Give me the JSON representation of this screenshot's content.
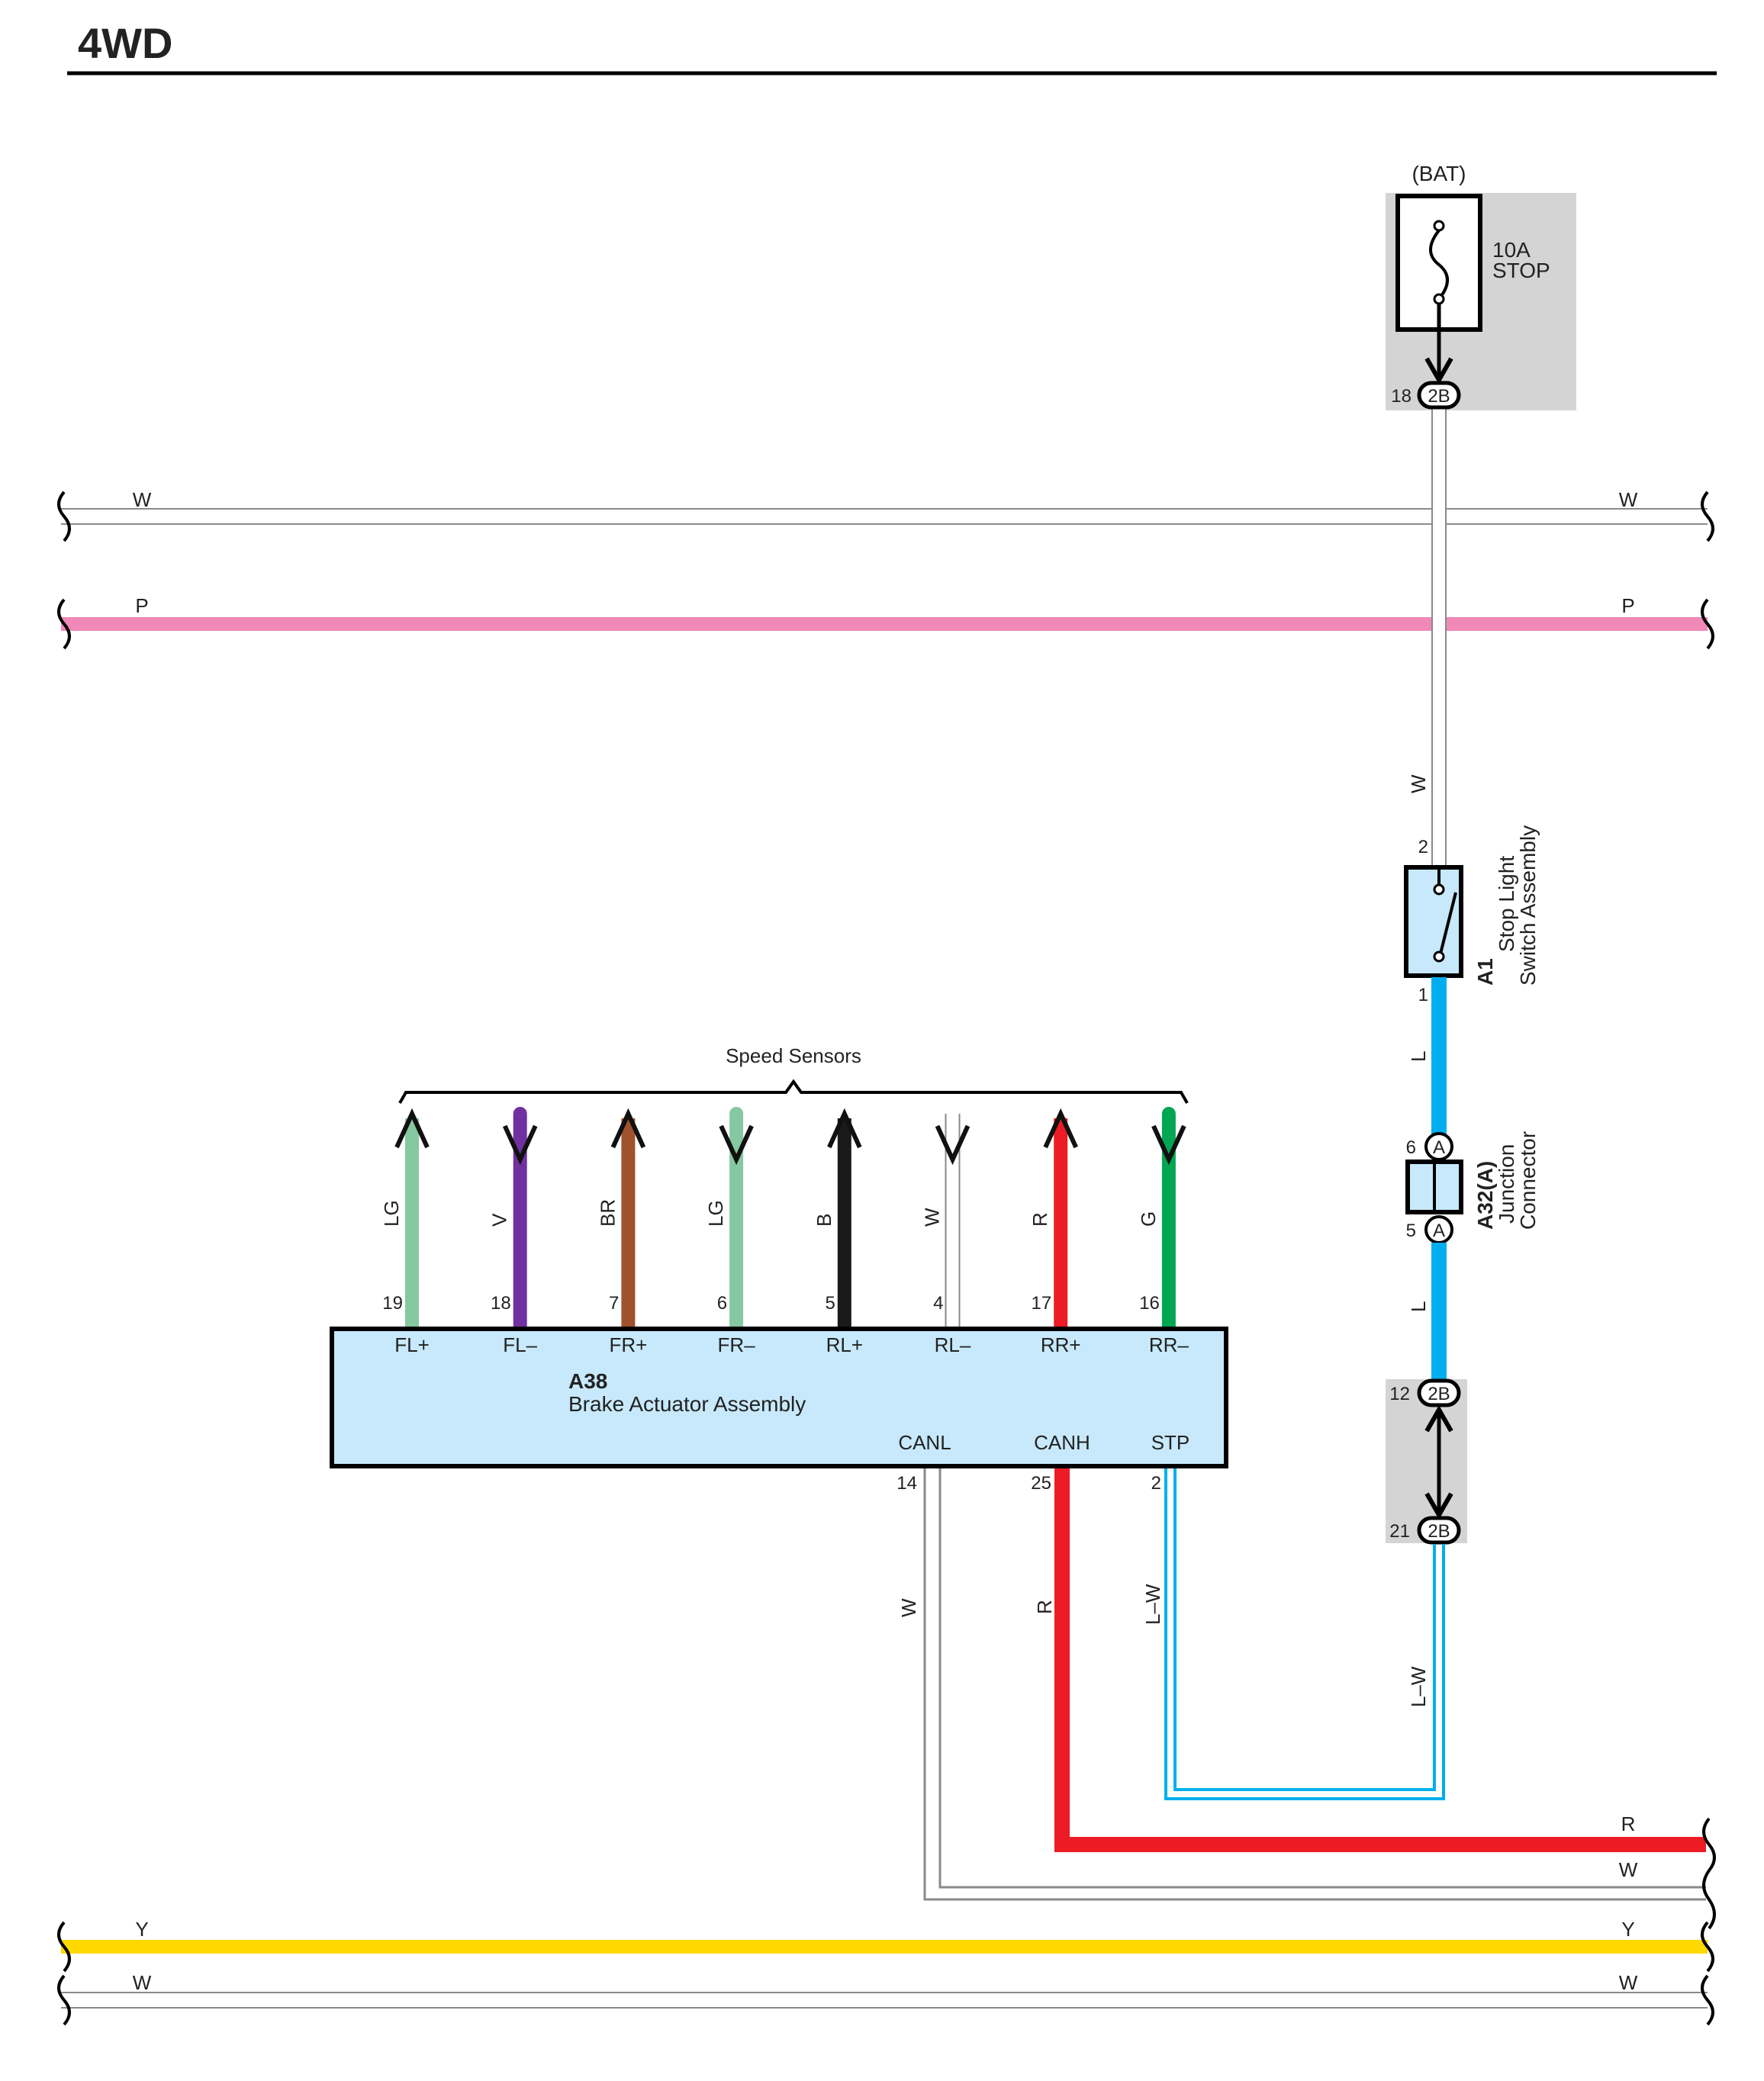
{
  "title": "4WD",
  "bus_lines": {
    "w_top": "W",
    "p": "P",
    "y": "Y",
    "w_bottom": "W",
    "r_out": "R",
    "w_out": "W"
  },
  "fuse": {
    "source": "(BAT)",
    "rating": "10A",
    "name": "STOP",
    "top_pin": "18",
    "top_connector": "2B"
  },
  "stop_light_switch": {
    "code": "A1",
    "name_line1": "Stop Light",
    "name_line2": "Switch Assembly",
    "pin_in": "2",
    "pin_out": "1",
    "wire_in": "W",
    "wire_out": "L"
  },
  "junction_connector": {
    "code": "A32(A)",
    "name_line1": "Junction",
    "name_line2": "Connector",
    "pin_top": "6",
    "pin_bottom": "5",
    "mark": "A",
    "wire_out": "L"
  },
  "inline_connector": {
    "pin_top": "12",
    "pin_bottom": "21",
    "connector": "2B",
    "wire_out": "L–W"
  },
  "speed_sensors_label": "Speed Sensors",
  "brake_actuator": {
    "code": "A38",
    "name": "Brake Actuator Assembly",
    "terminals": [
      {
        "pin": "19",
        "name": "FL+",
        "wire": "LG",
        "dir": "up",
        "color": "#86c8a0"
      },
      {
        "pin": "18",
        "name": "FL–",
        "wire": "V",
        "dir": "down",
        "color": "#7030a0"
      },
      {
        "pin": "7",
        "name": "FR+",
        "wire": "BR",
        "dir": "up",
        "color": "#a0522d"
      },
      {
        "pin": "6",
        "name": "FR–",
        "wire": "LG",
        "dir": "down",
        "color": "#86c8a0"
      },
      {
        "pin": "5",
        "name": "RL+",
        "wire": "B",
        "dir": "up",
        "color": "#1a1a1a"
      },
      {
        "pin": "4",
        "name": "RL–",
        "wire": "W",
        "dir": "down",
        "color": "#ffffff"
      },
      {
        "pin": "17",
        "name": "RR+",
        "wire": "R",
        "dir": "up",
        "color": "#ed1c24"
      },
      {
        "pin": "16",
        "name": "RR–",
        "wire": "G",
        "dir": "down",
        "color": "#00a651"
      }
    ],
    "bottom": [
      {
        "pin": "14",
        "name": "CANL",
        "wire": "W"
      },
      {
        "pin": "25",
        "name": "CANH",
        "wire": "R"
      },
      {
        "pin": "2",
        "name": "STP",
        "wire": "L–W"
      }
    ]
  },
  "colors": {
    "pink": "#f088b8",
    "yellow": "#ffd800",
    "red": "#ed1c24",
    "blue": "#00aeef",
    "light_blue": "#c7e9fb",
    "gray": "#d4d4d4",
    "white_wire_outline": "#8a8a8a"
  }
}
